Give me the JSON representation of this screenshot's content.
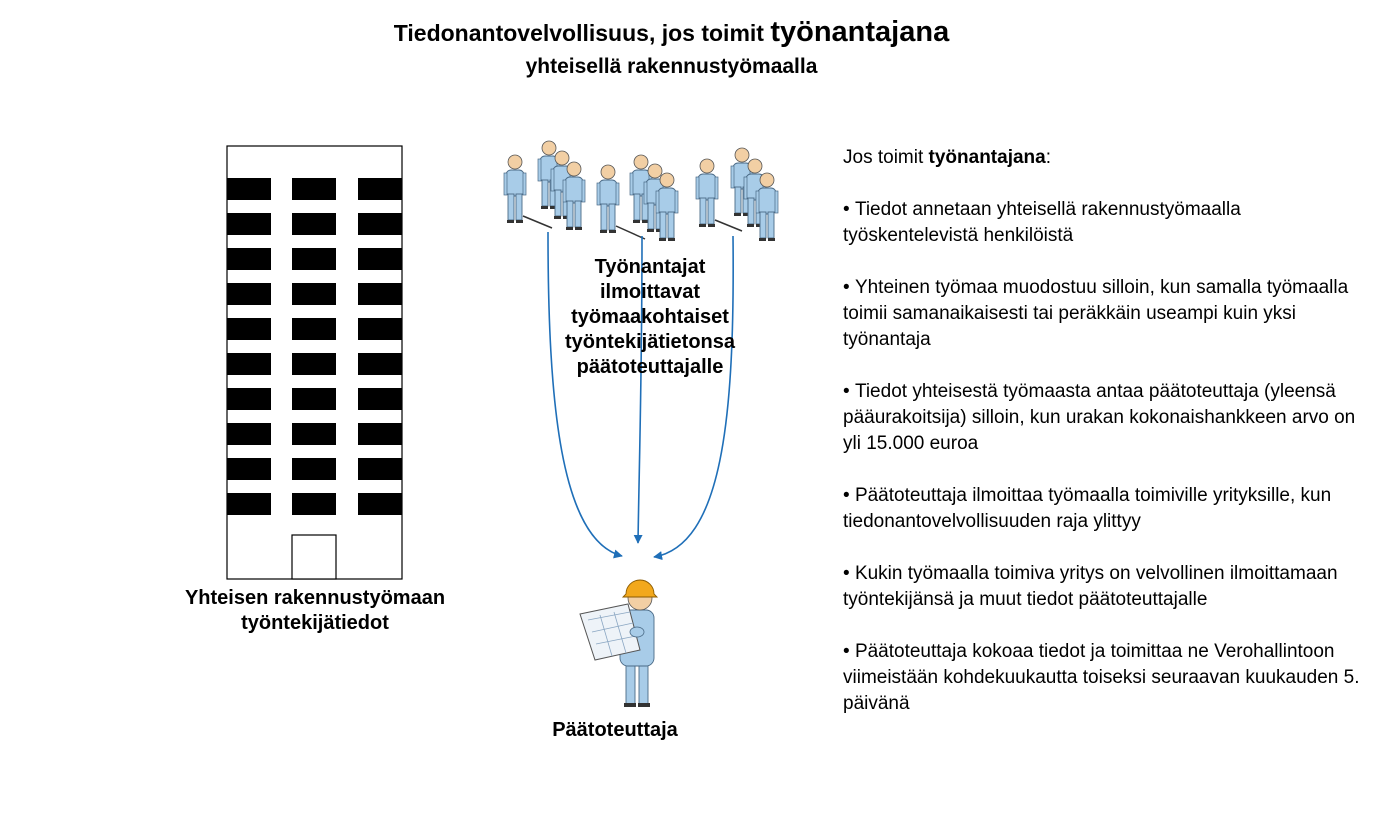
{
  "title": {
    "line1_prefix": "Tiedonantovelvollisuus, jos toimit ",
    "line1_emphasis": "työnantajana",
    "line2": "yhteisellä rakennustyömaalla"
  },
  "building": {
    "label_line1": "Yhteisen rakennustyömaan",
    "label_line2": "työntekijätiedot",
    "window_color": "#000000"
  },
  "employers": {
    "label_lines": [
      "Työnantajat",
      "ilmoittavat",
      "työmaakohtaiset",
      "työntekijätietonsa",
      "päätoteuttajalle"
    ],
    "figure_icon": "worker-group-icon",
    "figure_color": "#a8cce8"
  },
  "contractor": {
    "label": "Päätoteuttaja",
    "icon": "builder-with-blueprint-icon",
    "helmet_color": "#f2a81c"
  },
  "arrows": {
    "color": "#1f6fb8"
  },
  "info": {
    "intro_prefix": "Jos toimit ",
    "intro_emphasis": "työnantajana",
    "intro_suffix": ":",
    "bullets": [
      "Tiedot annetaan yhteisellä rakennustyömaalla työskentelevistä henkilöistä",
      "Yhteinen työmaa muodostuu silloin, kun samalla työmaalla toimii samanaikaisesti tai peräkkäin useampi kuin yksi työnantaja",
      "Tiedot yhteisestä työmaasta antaa päätoteuttaja (yleensä pääurakoitsija) silloin, kun urakan kokonaishankkeen arvo on yli 15.000 euroa",
      "Päätoteuttaja ilmoittaa työmaalla toimiville yrityksille, kun tiedonantovelvollisuuden raja ylittyy",
      "Kukin työmaalla toimiva yritys on velvollinen ilmoittamaan työntekijänsä ja muut tiedot päätoteuttajalle",
      "Päätoteuttaja kokoaa tiedot ja toimittaa ne Verohallintoon viimeistään kohdekuukautta toiseksi seuraavan kuukauden 5. päivänä"
    ]
  }
}
